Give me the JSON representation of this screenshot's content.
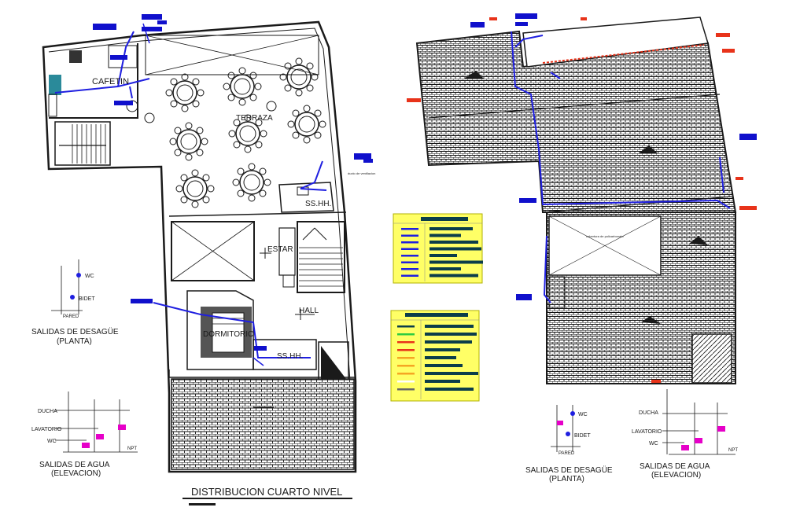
{
  "colors": {
    "wall": "#1a1a1a",
    "pipe": "#1f1fe0",
    "tag_blue": "#1010cc",
    "tag_red": "#e8331a",
    "magenta": "#e600c8",
    "legend_fill": "#ffff66",
    "legend_bar": "#0b3d4a",
    "tile": "#111111"
  },
  "plan_left": {
    "rooms": {
      "cafetin": "CAFETIN",
      "terraza": "TERRAZA",
      "sshh_top": "SS.HH.",
      "estar": "ESTAR",
      "hall": "HALL",
      "dormitorio": "DORMITORIO",
      "sshh_bottom": "SS.HH."
    },
    "note": "ducto de ventilacion",
    "title": "DISTRIBUCION CUARTO NIVEL"
  },
  "plan_right": {
    "note": "cobertura de policarbonato"
  },
  "details": {
    "desague_left": {
      "wc": "WC",
      "bidet": "BIDET",
      "pared": "PARED",
      "title1": "SALIDAS DE DESAGÜE",
      "title2": "(PLANTA)"
    },
    "agua_left": {
      "ducha": "DUCHA",
      "lavatorio": "LAVATORIO",
      "wc": "WC",
      "npt": "NPT",
      "title1": "SALIDAS DE AGUA",
      "title2": "(ELEVACION)"
    },
    "desague_right": {
      "wc": "WC",
      "bidet": "BIDET",
      "pared": "PARED",
      "title1": "SALIDAS DE DESAGÜE",
      "title2": "(PLANTA)"
    },
    "agua_right": {
      "ducha": "DUCHA",
      "lavatorio": "LAVATORIO",
      "wc": "WC",
      "npt": "NPT",
      "title1": "SALIDAS DE AGUA",
      "title2": "(ELEVACION)"
    }
  },
  "legend": {
    "top_rows": 8,
    "bottom_rows": 9
  }
}
